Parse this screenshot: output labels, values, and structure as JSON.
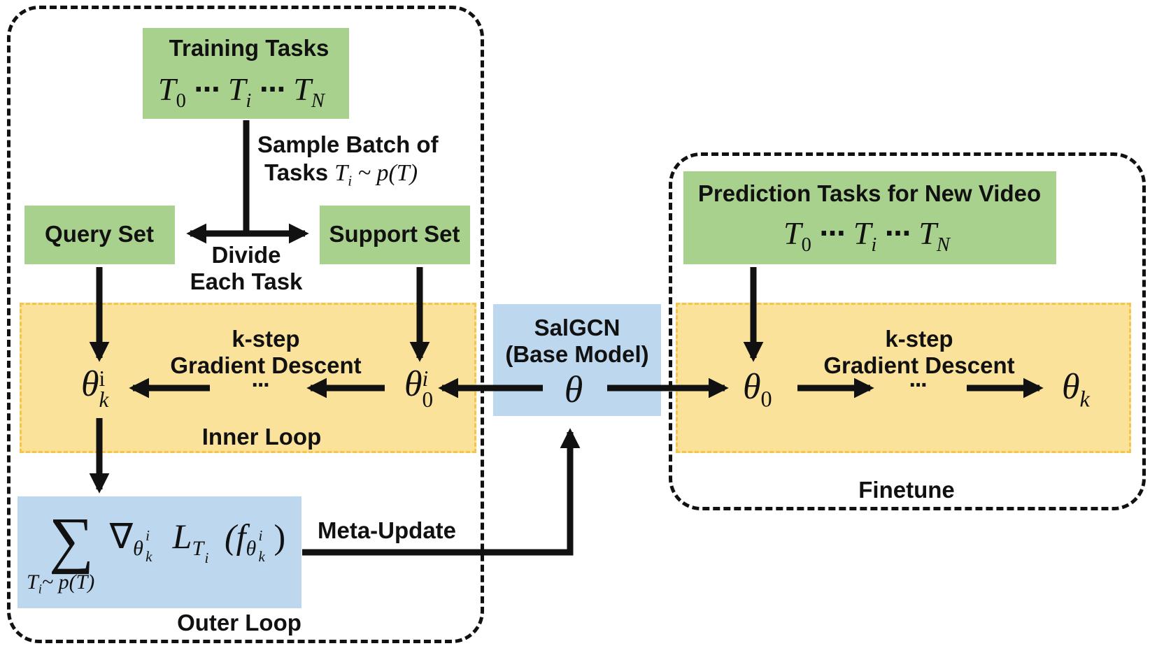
{
  "training_tasks": {
    "title": "Training Tasks",
    "t0": "T",
    "t0_sub": "0",
    "ti": "T",
    "ti_sub": "i",
    "tn": "T",
    "tn_sub": "N",
    "dots": "···"
  },
  "sample_batch": {
    "line1": "Sample Batch of",
    "line2_word": "Tasks",
    "formula": "T",
    "formula_sub": "i",
    "formula_rest": " ~ p(T)"
  },
  "query_set": "Query Set",
  "support_set": "Support Set",
  "divide": {
    "line1": "Divide",
    "line2": "Each Task"
  },
  "inner": {
    "kstep": "k-step",
    "gd": "Gradient Descent",
    "dots": "···",
    "label": "Inner Loop",
    "theta_k": "θ",
    "theta_k_sub": "k",
    "theta_k_sup": "i",
    "theta_0": "θ",
    "theta_0_sub": "0",
    "theta_0_sup": "i"
  },
  "base_model": {
    "line1": "SalGCN",
    "line2": "(Base Model)",
    "theta": "θ"
  },
  "outer": {
    "label": "Outer Loop",
    "meta_update": "Meta-Update",
    "sum": "∑",
    "sum_under": "T",
    "sum_under_sub": "i",
    "sum_under_rest": "~ p(T)",
    "nabla": "∇",
    "nabla_sub": "θ",
    "nabla_sub_sub": "k",
    "nabla_sub_sup": "i",
    "loss": "L",
    "loss_sub": "T",
    "loss_sub_sub": "i",
    "f_open": "(f",
    "f_sub": "θ",
    "f_sub_sub": "k",
    "f_sub_sup": "i",
    "f_close": ")"
  },
  "finetune": {
    "label": "Finetune",
    "title": "Prediction Tasks for New Video",
    "t0": "T",
    "t0_sub": "0",
    "ti": "T",
    "ti_sub": "i",
    "tn": "T",
    "tn_sub": "N",
    "dots": "···",
    "kstep": "k-step",
    "gd": "Gradient Descent",
    "dots2": "···",
    "theta0": "θ",
    "theta0_sub": "0",
    "thetak": "θ",
    "thetak_sub": "k"
  },
  "colors": {
    "green": "#a9d18e",
    "blue": "#bdd7ee",
    "yellow": "#fbe29a",
    "yellow_border": "#f5c54a",
    "stroke": "#111111"
  }
}
